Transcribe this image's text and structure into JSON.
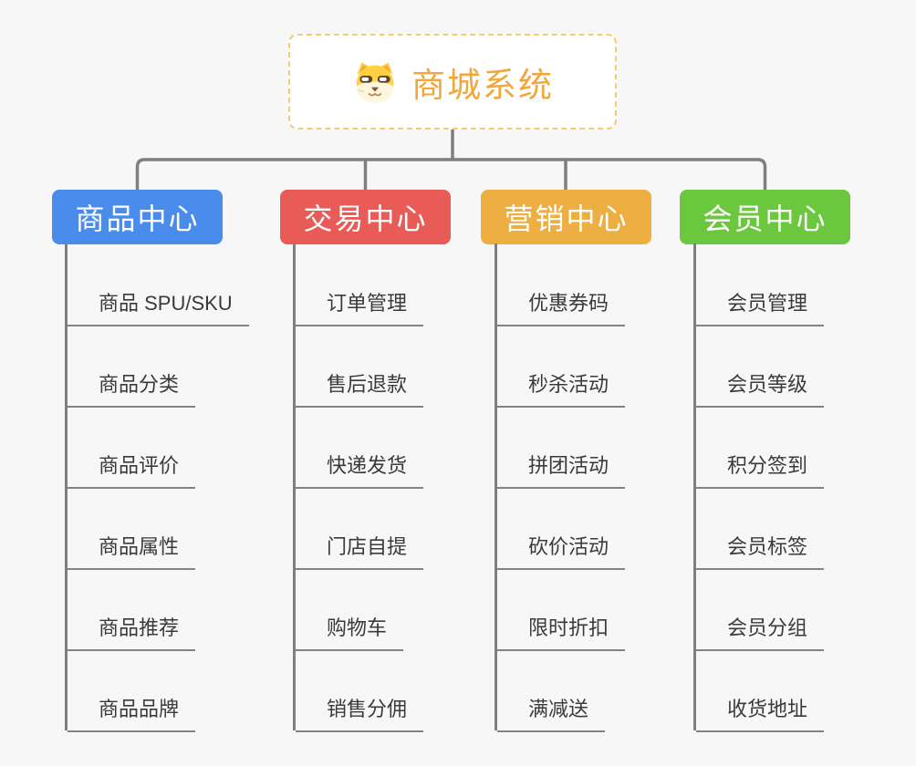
{
  "root": {
    "title": "商城系统",
    "icon": "dog-face-icon"
  },
  "branches": [
    {
      "label": "商品中心",
      "color": "#4A8CEC",
      "children": [
        "商品 SPU/SKU",
        "商品分类",
        "商品评价",
        "商品属性",
        "商品推荐",
        "商品品牌"
      ]
    },
    {
      "label": "交易中心",
      "color": "#E85B56",
      "children": [
        "订单管理",
        "售后退款",
        "快递发货",
        "门店自提",
        "购物车",
        "销售分佣"
      ]
    },
    {
      "label": "营销中心",
      "color": "#EDAE42",
      "children": [
        "优惠券码",
        "秒杀活动",
        "拼团活动",
        "砍价活动",
        "限时折扣",
        "满减送"
      ]
    },
    {
      "label": "会员中心",
      "color": "#6BC83E",
      "children": [
        "会员管理",
        "会员等级",
        "积分签到",
        "会员标签",
        "会员分组",
        "收货地址"
      ]
    }
  ],
  "colors": {
    "background": "#F7F7F7",
    "connector": "#7F7F7F",
    "underline": "#838383",
    "child_text": "#3A3A3A",
    "root_border": "#F8CA74",
    "root_title": "#F0A73C",
    "branch_text": "#FFFFFF"
  }
}
